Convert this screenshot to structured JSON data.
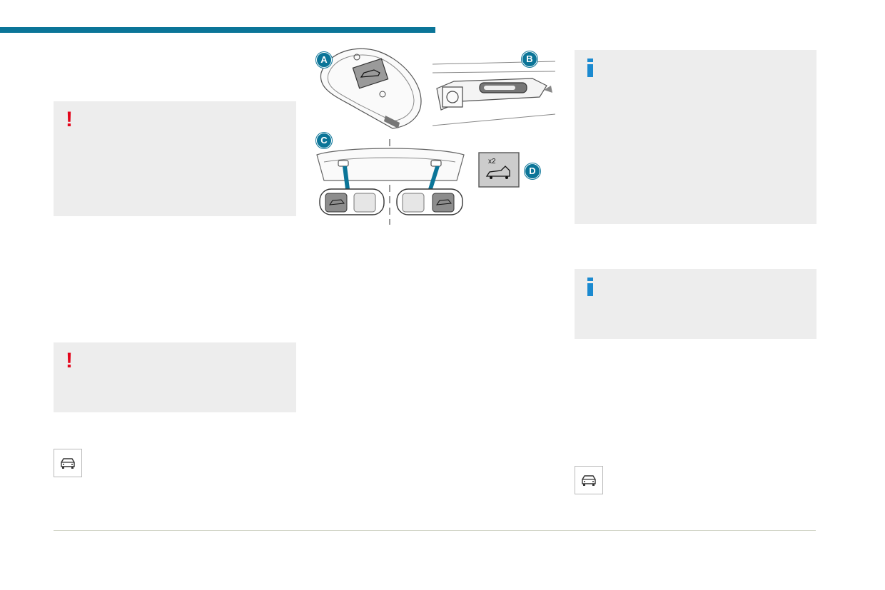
{
  "colors": {
    "accent": "#0b7598",
    "warning": "#e3051b",
    "info": "#1b8ad0",
    "box_background": "#ededed"
  },
  "warning_boxes": [
    {
      "icon": "warning-exclamation-icon",
      "symbol": "!"
    },
    {
      "icon": "warning-exclamation-icon",
      "symbol": "!"
    }
  ],
  "info_boxes": [
    {
      "icon": "info-icon"
    },
    {
      "icon": "info-icon"
    }
  ],
  "illustration": {
    "callouts": [
      "A",
      "B",
      "C",
      "D"
    ],
    "double_press_label": "x2"
  },
  "side_buttons": [
    {
      "icon": "car-icon"
    },
    {
      "icon": "car-icon"
    }
  ]
}
